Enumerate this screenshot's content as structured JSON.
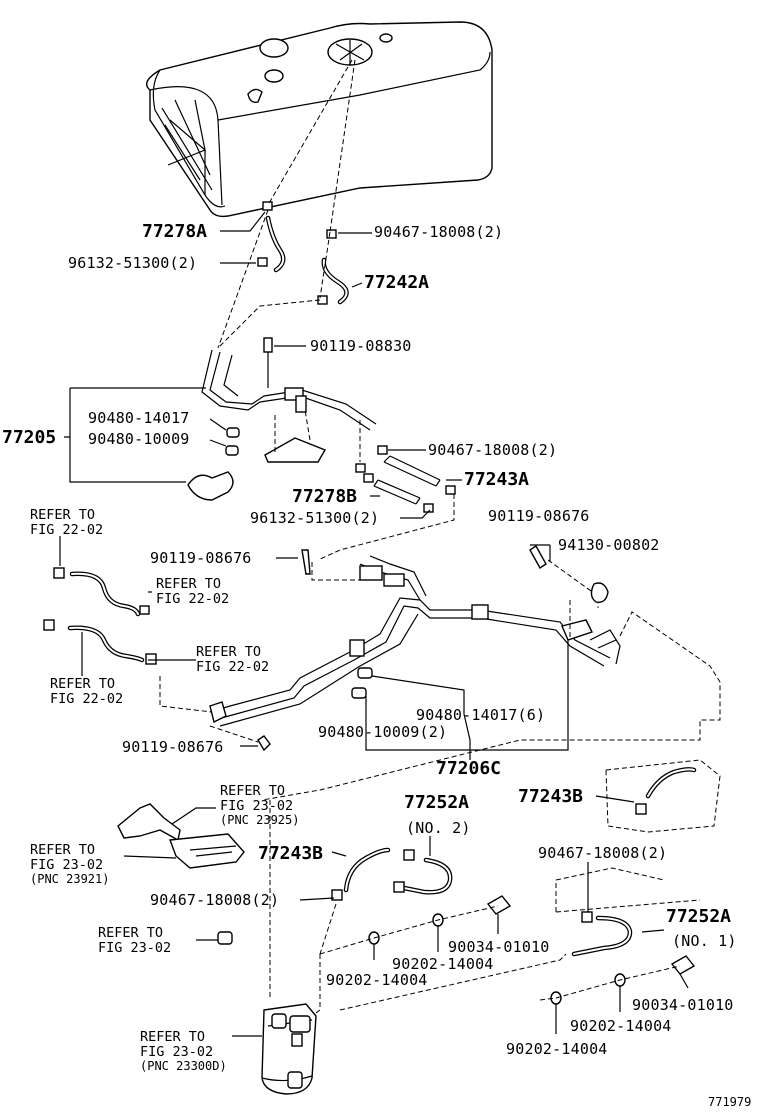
{
  "labels": {
    "p77278A": "77278A",
    "p90467_top": "90467-18008(2)",
    "p96132_top": "96132-51300(2)",
    "p77242A": "77242A",
    "p90119_08830": "90119-08830",
    "p77205": "77205",
    "p90480_14017": "90480-14017",
    "p90480_10009": "90480-10009",
    "p90467_mid": "90467-18008(2)",
    "p77243A": "77243A",
    "p77278B": "77278B",
    "p96132_mid": "96132-51300(2)",
    "p90119_08676_r": "90119-08676",
    "p90119_08676_m": "90119-08676",
    "p94130": "94130-00802",
    "p90480_14017_6": "90480-14017(6)",
    "p90480_10009_2": "90480-10009(2)",
    "p90119_08676_b": "90119-08676",
    "p77206C": "77206C",
    "p77252A_top": "77252A",
    "no2": "(NO. 2)",
    "p77243B_r": "77243B",
    "p77243B_l": "77243B",
    "p90467_low_r": "90467-18008(2)",
    "p90467_low_l": "90467-18008(2)",
    "p77252A_bot": "77252A",
    "no1": "(NO. 1)",
    "p90034_a": "90034-01010",
    "p90202_a": "90202-14004",
    "p90202_b": "90202-14004",
    "p90034_b": "90034-01010",
    "p90202_c": "90202-14004",
    "p90202_d": "90202-14004",
    "diagram_id": "771979"
  },
  "refs": {
    "r1": {
      "line1": "REFER TO",
      "line2": "FIG 22-02"
    },
    "r2": {
      "line1": "REFER TO",
      "line2": "FIG 22-02"
    },
    "r3": {
      "line1": "REFER TO",
      "line2": "FIG 22-02"
    },
    "r4": {
      "line1": "REFER TO",
      "line2": "FIG 22-02"
    },
    "r5": {
      "line1": "REFER TO",
      "line2": "FIG 23-02",
      "pnc": "(PNC 23925)"
    },
    "r6": {
      "line1": "REFER TO",
      "line2": "FIG 23-02",
      "pnc": "(PNC 23921)"
    },
    "r7": {
      "line1": "REFER TO",
      "line2": "FIG 23-02"
    },
    "r8": {
      "line1": "REFER TO",
      "line2": "FIG 23-02",
      "pnc": "(PNC 23300D)"
    }
  }
}
